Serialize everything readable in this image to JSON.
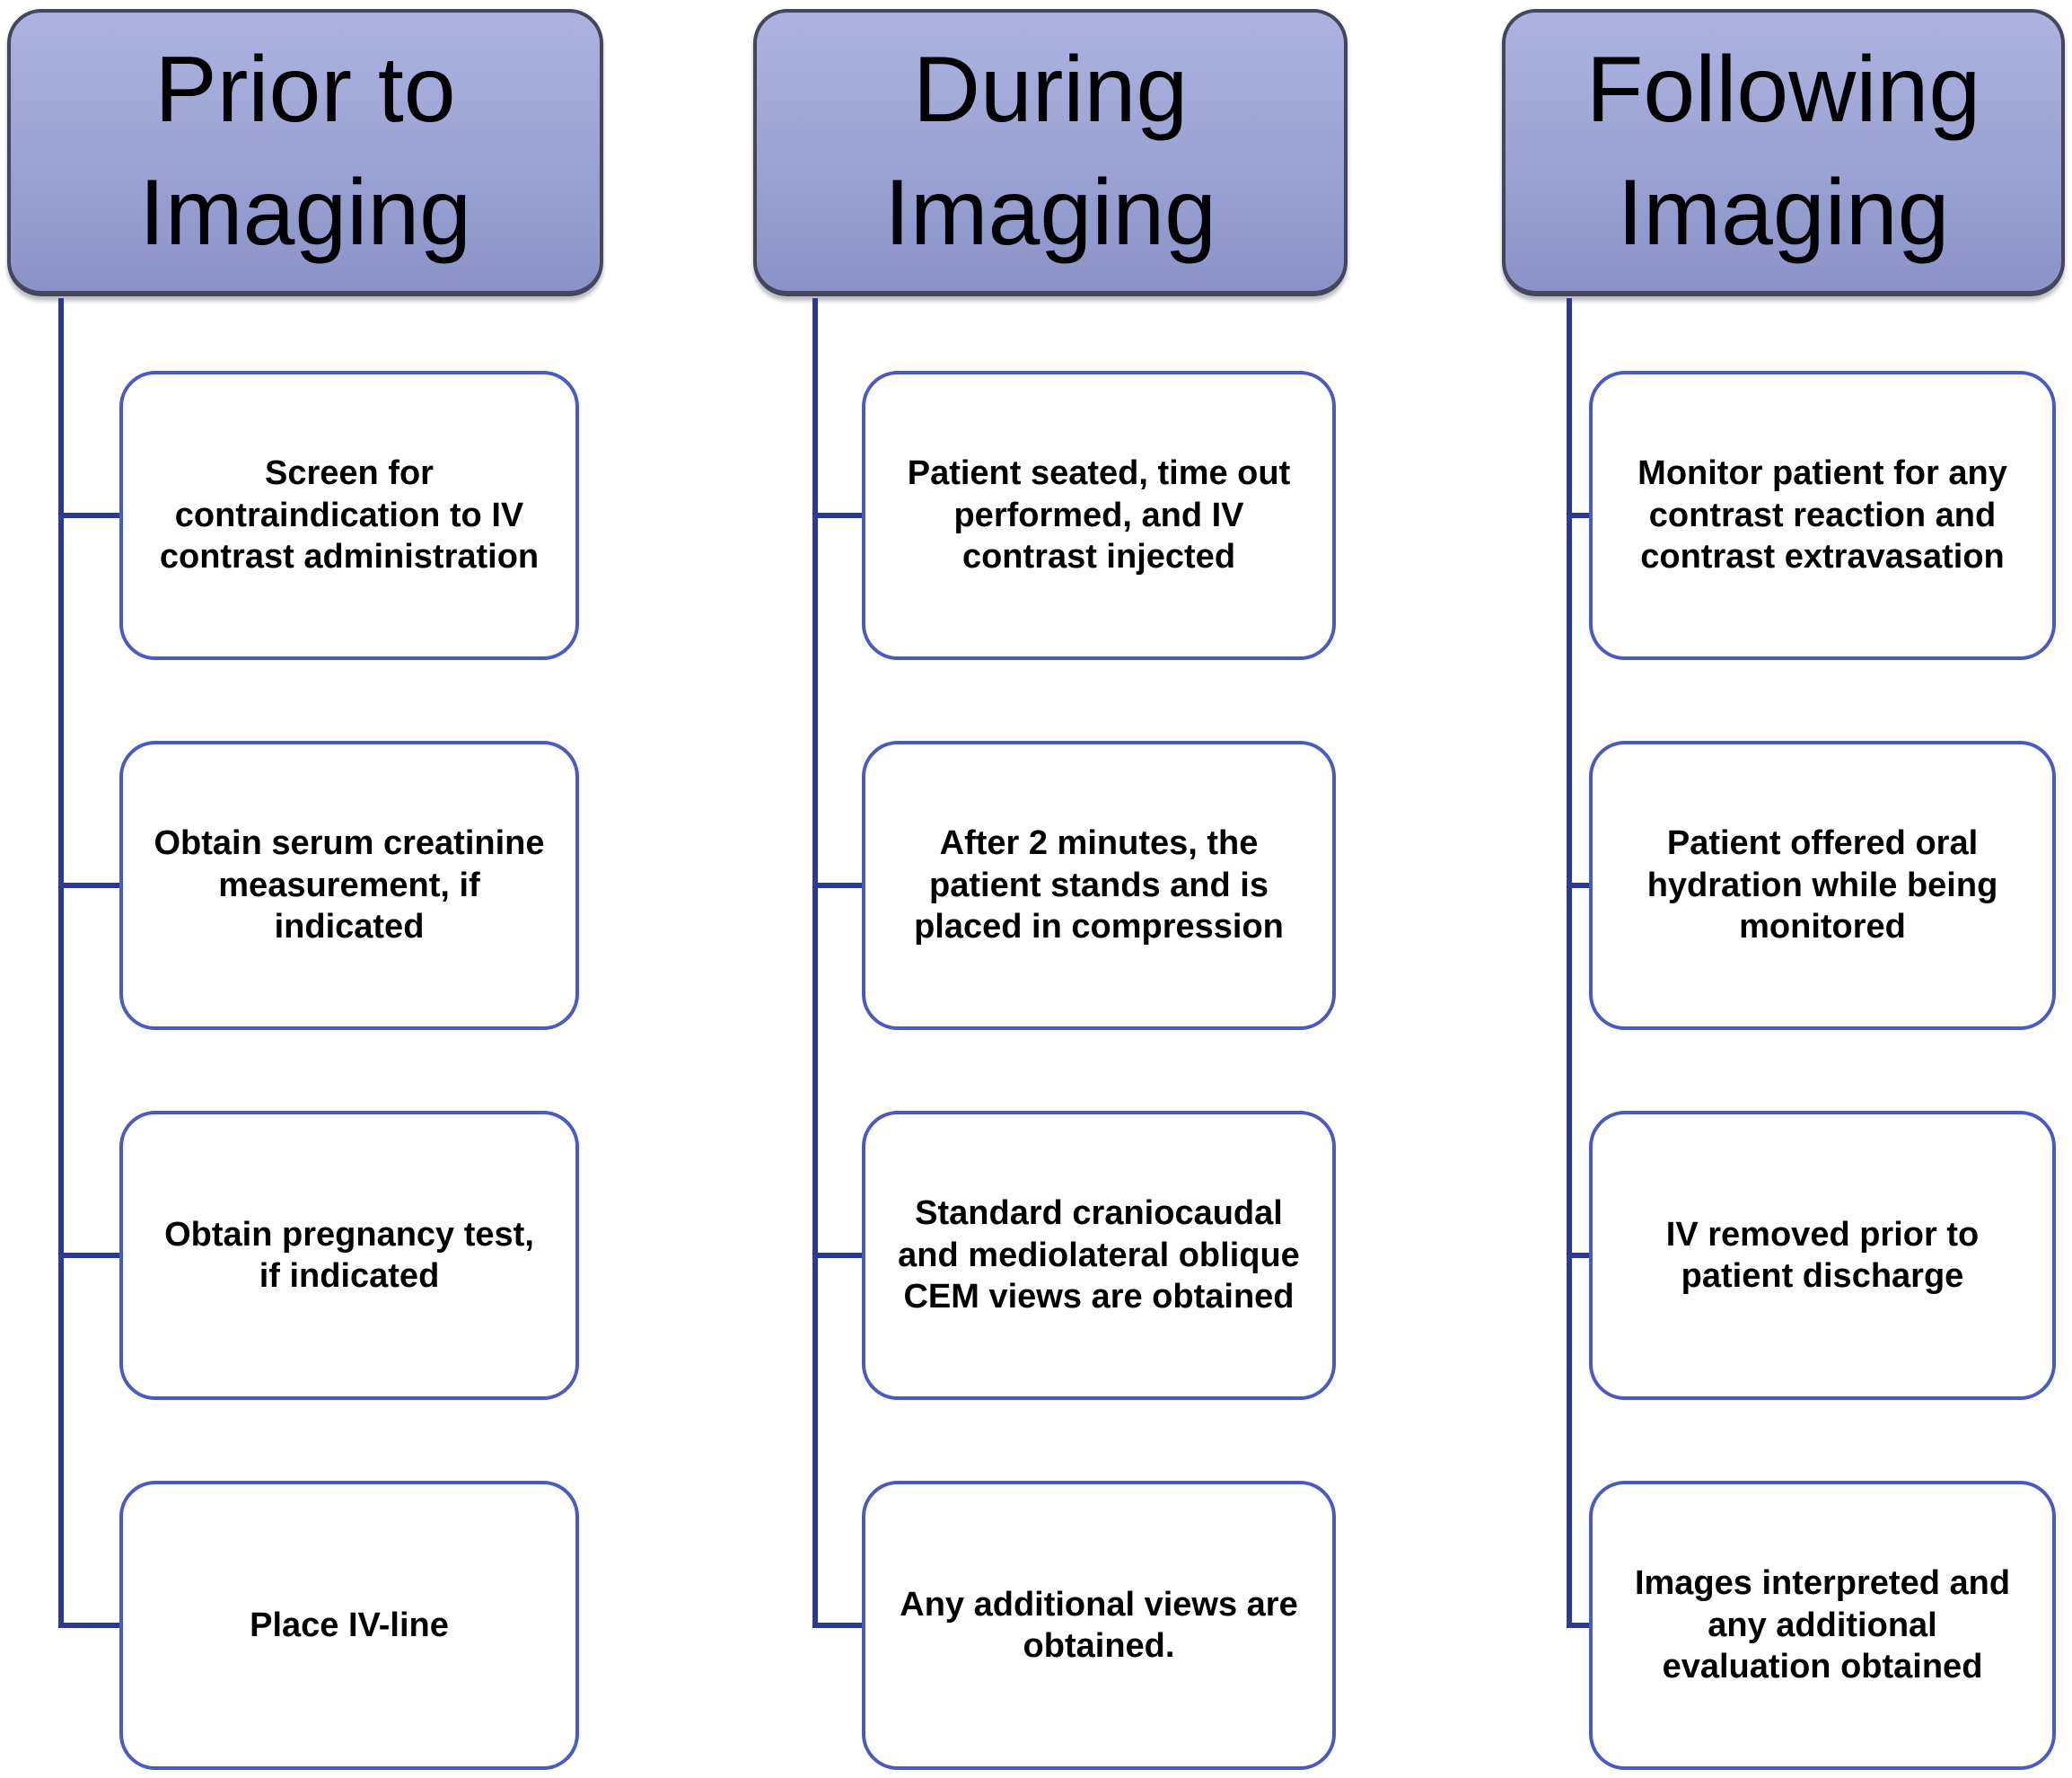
{
  "columns": [
    {
      "header": "Prior to Imaging",
      "boxes": [
        "Screen for contraindication to IV contrast administration",
        "Obtain serum creatinine measurement, if indicated",
        "Obtain pregnancy test, if indicated",
        "Place IV-line"
      ]
    },
    {
      "header": "During Imaging",
      "boxes": [
        "Patient seated, time out performed, and IV contrast injected",
        "After 2 minutes, the patient stands and is placed in compression",
        "Standard craniocaudal and mediolateral oblique CEM views are obtained",
        "Any additional views are obtained."
      ]
    },
    {
      "header": "Following Imaging",
      "boxes": [
        "Monitor patient for any contrast reaction and contrast extravasation",
        "Patient offered oral hydration while being monitored",
        "IV removed prior to patient discharge",
        "Images interpreted and any additional evaluation obtained"
      ]
    }
  ],
  "colors": {
    "header_fill_top": "#adb2e0",
    "header_fill_bottom": "#8a92c8",
    "header_border": "#44465e",
    "box_border": "#4a5bbf",
    "connector": "#2b3990",
    "text": "#000000",
    "background": "#ffffff"
  }
}
